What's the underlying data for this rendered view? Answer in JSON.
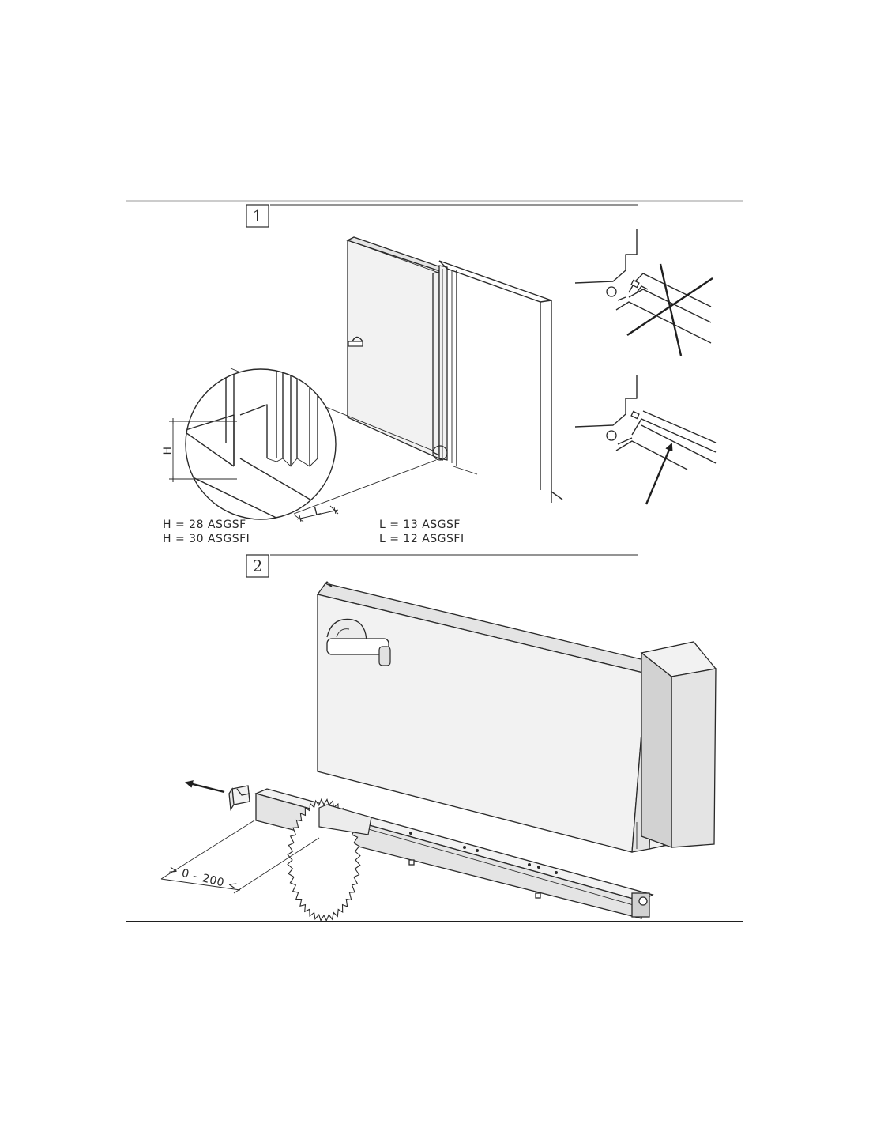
{
  "steps": [
    {
      "number": "1"
    },
    {
      "number": "2"
    }
  ],
  "step1": {
    "detail_h_symbol": "H",
    "detail_l_symbol": "L",
    "h_values": [
      "H = 28 ASGSF",
      "H = 30 ASGSFI"
    ],
    "l_values": [
      "L = 13 ASGSF",
      "L = 12 ASGSFI"
    ]
  },
  "step2": {
    "cut_range": "> 0 – 200 <"
  }
}
